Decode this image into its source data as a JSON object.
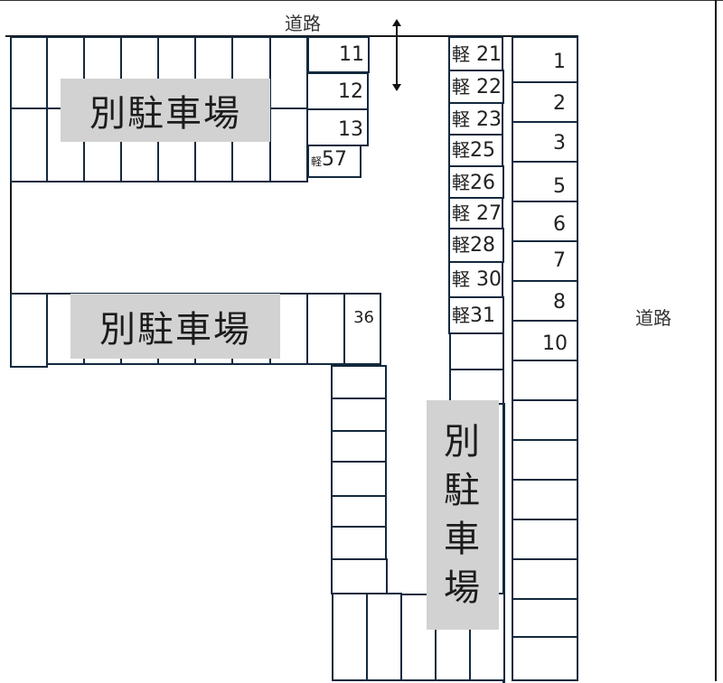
{
  "roads": {
    "top": "道路",
    "right": "道路"
  },
  "lots": {
    "top_left": "別駐車場",
    "middle_left": "別駐車場",
    "bottom_center": [
      "別",
      "駐",
      "車",
      "場"
    ]
  },
  "stalls": {
    "top_cluster": [
      {
        "number": "11"
      },
      {
        "number": "12"
      },
      {
        "number": "13"
      },
      {
        "prefix": "軽",
        "number": "57"
      }
    ],
    "kei_column": [
      {
        "prefix": "軽",
        "number": "21"
      },
      {
        "prefix": "軽",
        "number": "22"
      },
      {
        "prefix": "軽",
        "number": "23"
      },
      {
        "prefix": "軽",
        "number": "25"
      },
      {
        "prefix": "軽",
        "number": "26"
      },
      {
        "prefix": "軽",
        "number": "27"
      },
      {
        "prefix": "軽",
        "number": "28"
      },
      {
        "prefix": "軽",
        "number": "30"
      },
      {
        "prefix": "軽",
        "number": "31"
      }
    ],
    "right_column": [
      {
        "number": "1"
      },
      {
        "number": "2"
      },
      {
        "number": "3"
      },
      {
        "number": "5"
      },
      {
        "number": "6"
      },
      {
        "number": "7"
      },
      {
        "number": "8"
      },
      {
        "number": "10"
      }
    ],
    "middle_row": [
      {
        "number": "36"
      }
    ]
  },
  "icons": {
    "entrance_arrow": "double-vertical-arrow"
  },
  "colors": {
    "stall_border": "#13293d",
    "lot_label_bg": "#d2d2d2",
    "background": "#ffffff"
  }
}
